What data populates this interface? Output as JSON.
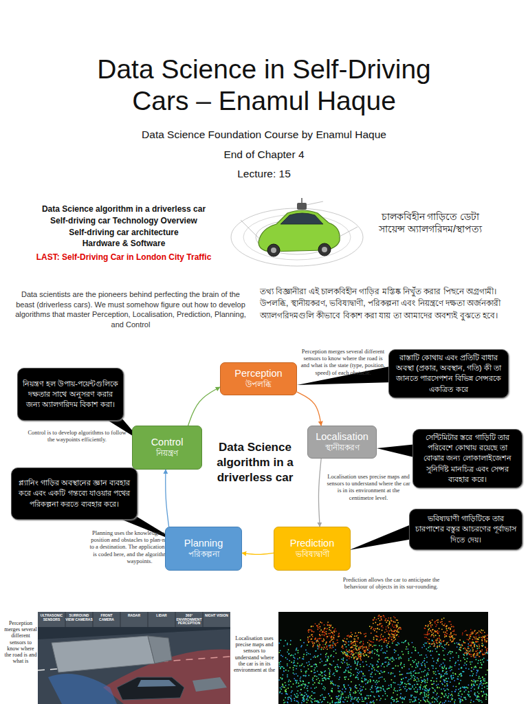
{
  "diagram": {
    "title": "Data Science in Self-Driving Cars – Enamul Haque",
    "nodes": [
      {
        "text": [
          "Perception",
          "উপলব্ধি"
        ]
      },
      {
        "text": [
          "Localisation",
          "স্থানীয়করণ"
        ]
      },
      {
        "text": [
          "Prediction",
          "ভবিষ্যদ্বাণী"
        ]
      },
      {
        "text": [
          "Planning",
          "পরিকল্পনা"
        ]
      },
      {
        "text": [
          "Control",
          "নিয়ন্ত্রণ"
        ]
      },
      {
        "text": [
          "নিয়ন্ত্রণ হল উপায়-পয়েন্টগুলিকে দক্ষতার সাথে অনুসরণ করার জন্য অ্যালগরিদম বিকাশ করা।"
        ]
      },
      {
        "text": [
          "রাস্তাটি কোথায় এবং প্রতিটি বাধার অবস্থা (প্রকার, অবস্থান, গতি) কী তা জানতে পারসেপশন বিভিন্ন সেন্সরকে একত্রিত করে"
        ]
      },
      {
        "text": [
          "সেন্টিমিটার স্তরে গাড়িটি তার পরিবেশে কোথায় রয়েছে তা বোঝার জন্য লোকালাইজেশন সুনির্দিষ্ট মানচিত্র এবং সেন্সর ব্যবহার করে।"
        ]
      },
      {
        "text": [
          "প্ল্যানিং গাড়ির অবস্থানের জ্ঞান ব্যবহার করে এবং একটি গন্তব্যে যাওয়ার পথের পরিকল্পনা করতে ব্যবহার করে।"
        ]
      },
      {
        "text": [
          "ভবিষ্যদ্বাণী গাড়িটিকে তার চারপাশের বস্তুর আচরণের পূর্বাভাস দিতে দেয়।"
        ]
      }
    ],
    "edges": [
      {
        "from": 0,
        "to": 1,
        "arrow": "to"
      },
      {
        "from": 1,
        "to": 2,
        "arrow": "to"
      },
      {
        "from": 2,
        "to": 3,
        "arrow": "to"
      },
      {
        "from": 3,
        "to": 4,
        "arrow": "to"
      },
      {
        "from": 4,
        "to": 0,
        "arrow": "to"
      }
    ],
    "labels": [
      "Data Science Foundation Course by Enamul Haque",
      "End of Chapter 4",
      "Lecture: 15",
      "Data Science algorithm in a driverless car",
      "Self-driving car Technology Overview",
      "Self-driving car architecture",
      "Hardware & Software",
      "LAST: Self-Driving Car in London City Traffic",
      "চালকবিহীন গাড়িতে ডেটা সায়েন্স অ্যালগরিদম/স্থাপত্য",
      "Data scientists are the pioneers behind perfecting the brain of the beast (driverless cars). We must somehow figure out how to develop algorithms that master Perception, Localisation, Prediction, Planning, and Control",
      "তথ্য বিজ্ঞানীরা এই চালকবিহীন গাড়ির মস্তিষ্ক নিখুঁত করার পিছনে অগ্রগামী। উপলব্ধি, স্থানীয়করণ, ভবিষ্যদ্বাণী, পরিকল্পনা এবং নিয়ন্ত্রণে দক্ষতা অর্জনকারী অ্যালগরিদমগুলি কীভাবে বিকাশ করা যায় তা আমাদের অবশ্যই বুঝতে হবে।",
      "Perception merges several different sensors to know where the road is and what is the state (type, position, speed) of each obstacle.",
      "Localisation uses precise maps and sensors to understand where the car is in its environment at the centimetre level.",
      "Prediction allows the car to anticipate the behaviour of objects in its sur-rounding.",
      "Planning uses the knowledge of the car's position and obstacles to plan-ning routes to a destination. The application of the law is coded here, and the algorithms define waypoints.",
      "Control is to develop algorithms to follow the waypoints efficiently.",
      "Data Science algorithm in a driverless car",
      "Perception merges several different sensors to know where the road is and what is",
      "Localisation uses precise maps and sensors to understand where the car is in its environment at the",
      "ULTRASONIC SENSORS",
      "SURROUND VIEW CAMERAS",
      "FRONT CAMERA",
      "RADAR",
      "LIDAR",
      "360° ENVIRONMENT PERCEPTION",
      "NIGHT VISION"
    ]
  }
}
